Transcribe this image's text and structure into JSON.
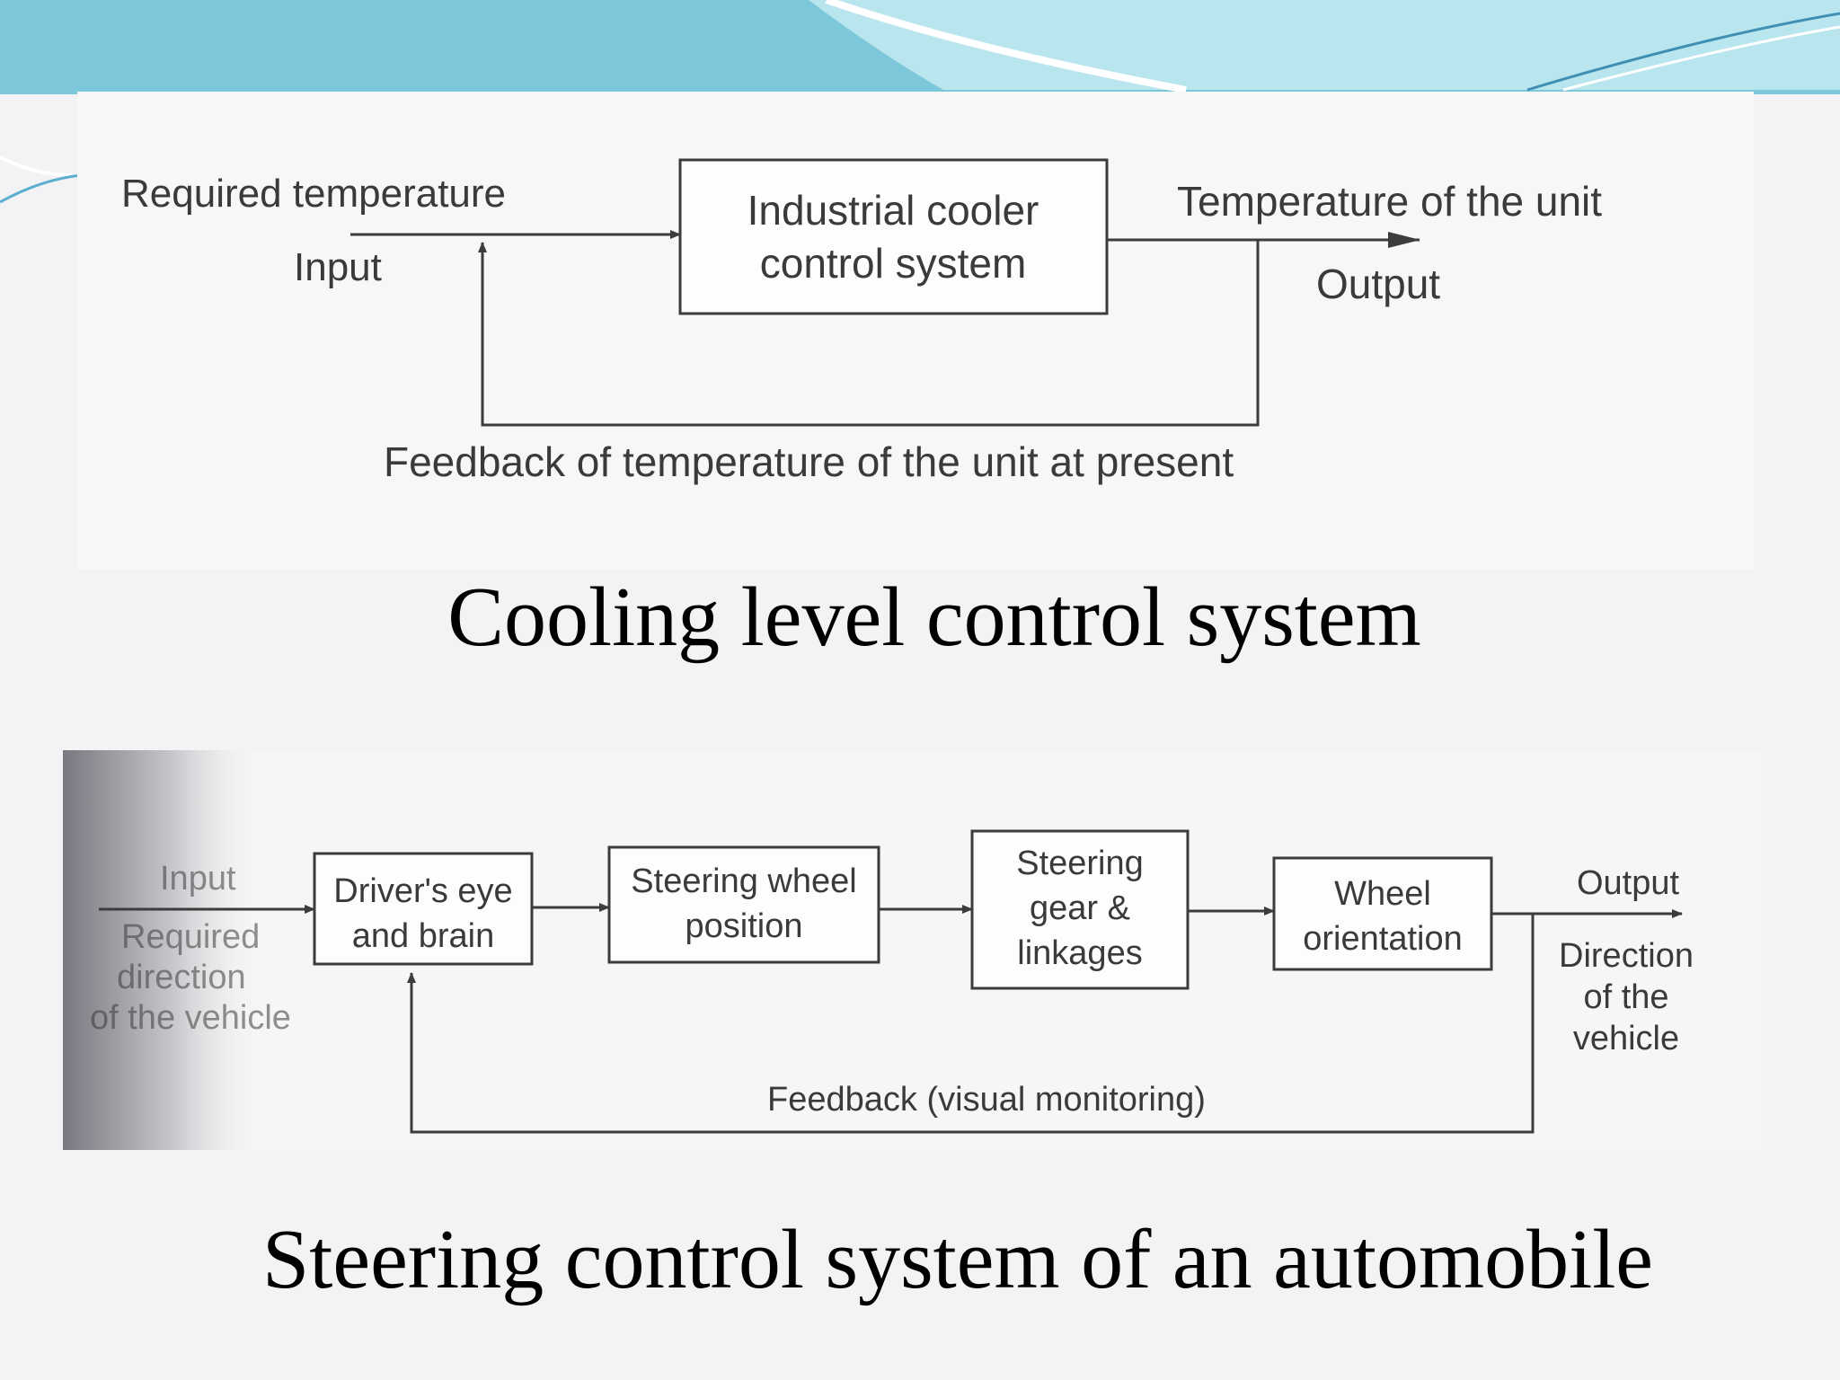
{
  "slide": {
    "colors": {
      "banner": "#7cc7da",
      "banner_light": "#b9e6ee",
      "background": "#f3f3f6"
    }
  },
  "cooling_diagram": {
    "input_desc": "Required temperature",
    "input_label": "Input",
    "block_line1": "Industrial cooler",
    "block_line2": "control system",
    "output_desc": "Temperature of the unit",
    "output_label": "Output",
    "feedback_label": "Feedback of temperature of the unit at present",
    "caption": "Cooling level control system"
  },
  "steering_diagram": {
    "input_label": "Input",
    "input_desc_line1": "Required",
    "input_desc_line2": "direction",
    "input_desc_line3": "of the vehicle",
    "blocks": [
      {
        "line1": "Driver's eye",
        "line2": "and brain"
      },
      {
        "line1": "Steering wheel",
        "line2": "position"
      },
      {
        "line1": "Steering",
        "line2": "gear &",
        "line3": "linkages"
      },
      {
        "line1": "Wheel",
        "line2": "orientation"
      }
    ],
    "output_label": "Output",
    "output_desc_line1": "Direction",
    "output_desc_line2": "of the",
    "output_desc_line3": "vehicle",
    "feedback_label": "Feedback (visual monitoring)",
    "caption": "Steering control system of an automobile"
  }
}
